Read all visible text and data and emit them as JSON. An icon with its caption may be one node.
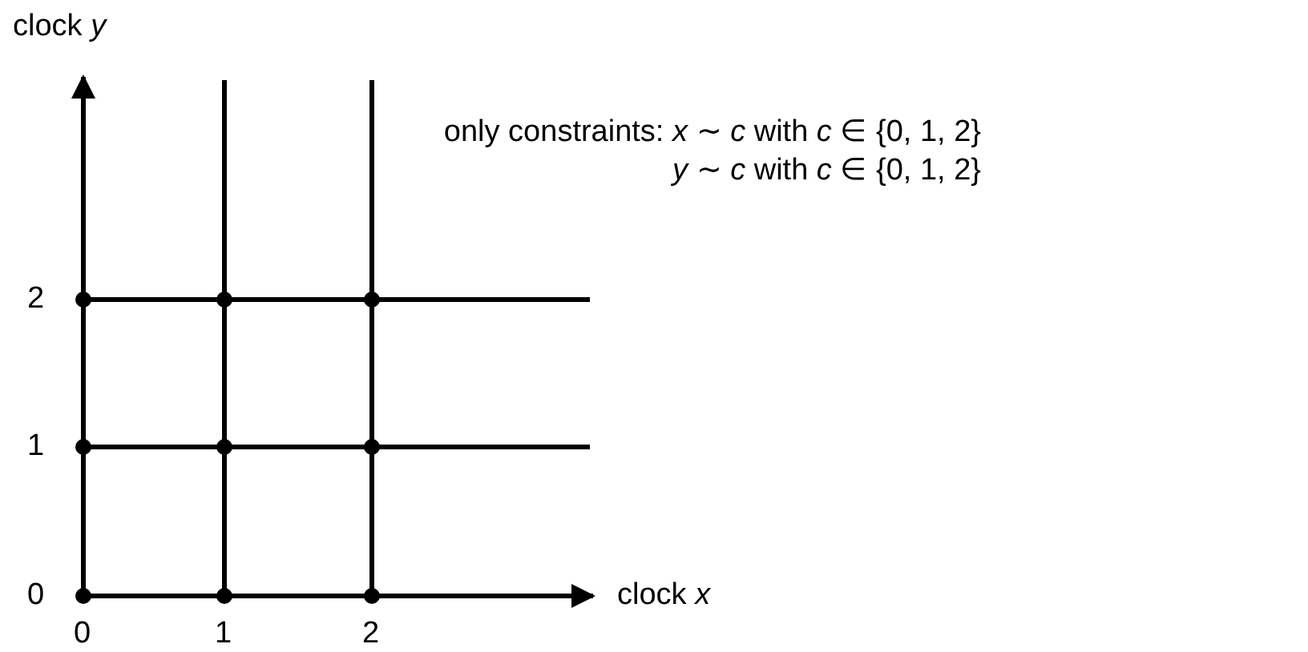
{
  "diagram": {
    "labels": [
      "clock *y*",
      "only constraints: *x* ∼ *c* with *c* ∈ {0, 1, 2}",
      "*y* ∼ *c* with *c* ∈ {0, 1, 2}",
      "2",
      "1",
      "0",
      "0",
      "1",
      "2",
      "clock *x*"
    ]
  }
}
